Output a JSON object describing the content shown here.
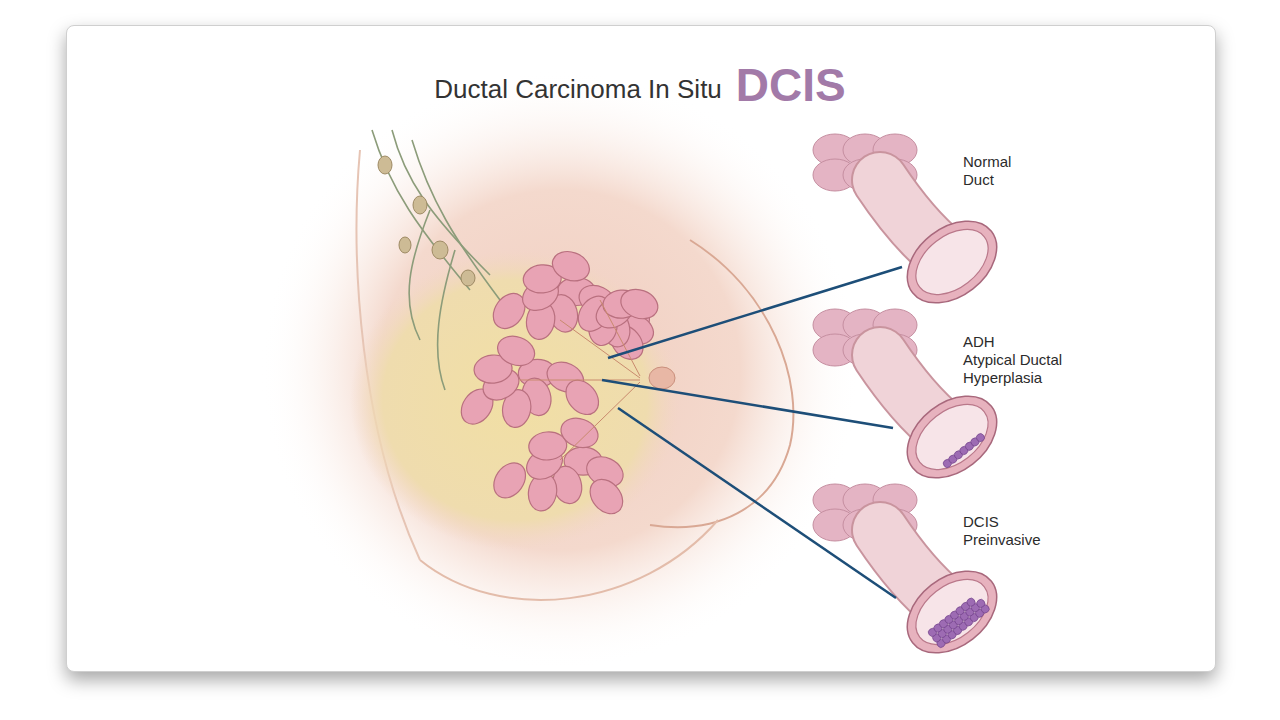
{
  "diagram": {
    "title": "Ductal Carcinoma In Situ",
    "labels": [
      "DCIS",
      "Normal Duct",
      "ADH",
      "Atypical Ductal Hyperplasia",
      "DCIS",
      "Preinvasive"
    ]
  }
}
